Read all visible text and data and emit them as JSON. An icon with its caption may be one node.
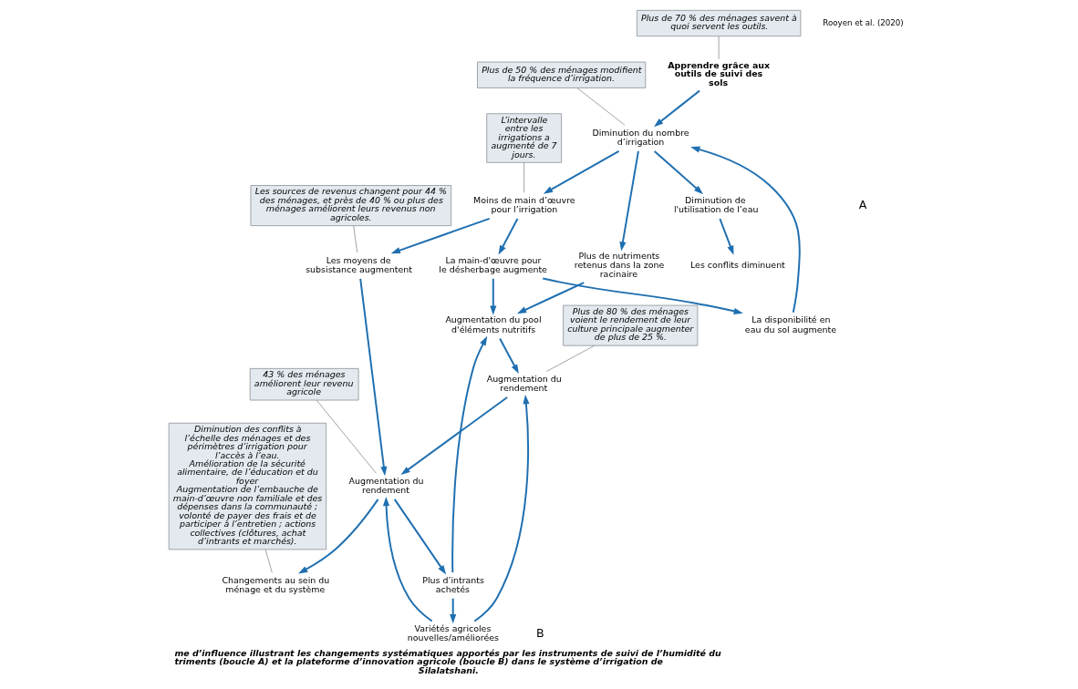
{
  "diagram": {
    "caption": "me d’influence illustrant les changements systématiques apportés par les instruments de suivi de l’humidité du triments (boucle A) et la plateforme d’innovation agricole (boucle B) dans le système d’irrigation de Silalatshani.",
    "nodes": [
      {
        "text": [
          "Apprendre grâce aux outils de suivi des sols"
        ]
      },
      {
        "text": [
          "Plus de 70 % des ménages savent à quoi servent les outils."
        ]
      },
      {
        "text": [
          "Les conflits diminuent"
        ]
      },
      {
        "text": [
          "Diminution de l'utilisation de l’eau"
        ]
      },
      {
        "text": [
          "Diminution du nombre d’irrigation"
        ]
      },
      {
        "text": [
          "Plus de 50 % des ménages modifient la fréquence d’irrigation."
        ]
      },
      {
        "text": [
          "Plus de nutriments retenus dans la zone racinaire"
        ]
      },
      {
        "text": [
          "Moins de main d’œuvre pour l’irrigation"
        ]
      },
      {
        "text": [
          "L’intervalle entre les irrigations a augmenté de 7 jours."
        ]
      },
      {
        "text": [
          "La disponibilité en eau du sol augmente"
        ]
      },
      {
        "text": [
          "La main-d'œuvre pour le désherbage augmente"
        ]
      },
      {
        "text": [
          "Augmentation du pool d'éléments nutritifs"
        ]
      },
      {
        "text": [
          "Augmentation du rendement"
        ]
      },
      {
        "text": [
          "Plus de 80 % des ménages voient le rendement de leur culture principale augmenter de plus de 25 %."
        ]
      },
      {
        "text": [
          "Variétés agricoles nouvelles/améliorées"
        ]
      },
      {
        "text": [
          "Augmentation du rendement"
        ]
      },
      {
        "text": [
          "43 % des ménages améliorent leur revenu agricole"
        ]
      },
      {
        "text": [
          "Plus d’intrants achetés"
        ]
      },
      {
        "text": [
          "Les moyens de subsistance augmentent"
        ]
      },
      {
        "text": [
          "Les sources de revenus changent pour 44 % des ménages, et près de 40 % ou plus des ménages améliorent leurs revenus non agricoles."
        ]
      },
      {
        "text": [
          "Changements au sein du ménage et du système"
        ]
      },
      {
        "text": [
          "Diminution des conflits à l’échelle des ménages et des périmètres d’irrigation pour l’accès à l’eau.",
          "Amélioration de la sécurité alimentaire, de l’éducation et du foyer",
          "Augmentation de l’embauche de main-d’œuvre non familiale et des dépenses dans la communauté ; volonté de payer des frais et de participer à l’entretien ; actions collectives (clôtures, achat d’intrants et marchés)."
        ]
      }
    ],
    "edges": [
      {
        "from": 0,
        "to": 4,
        "arrow": "to"
      },
      {
        "from": 1,
        "to": 0,
        "arrow": "none",
        "color": "#888888"
      },
      {
        "from": 3,
        "to": 2,
        "arrow": "to"
      },
      {
        "from": 4,
        "to": 3,
        "arrow": "to"
      },
      {
        "from": 5,
        "to": 4,
        "arrow": "none",
        "color": "#888888"
      },
      {
        "from": 4,
        "to": 6,
        "arrow": "to"
      },
      {
        "from": 4,
        "to": 7,
        "arrow": "to"
      },
      {
        "from": 9,
        "to": 4,
        "arrow": "to"
      },
      {
        "from": 8,
        "to": 7,
        "arrow": "none",
        "color": "#888888"
      },
      {
        "from": 7,
        "to": 10,
        "arrow": "to"
      },
      {
        "from": 7,
        "to": 18,
        "arrow": "to"
      },
      {
        "from": 10,
        "to": 9,
        "arrow": "to"
      },
      {
        "from": 10,
        "to": 11,
        "arrow": "to"
      },
      {
        "from": 6,
        "to": 11,
        "arrow": "to"
      },
      {
        "from": 11,
        "to": 12,
        "arrow": "to"
      },
      {
        "from": 13,
        "to": 12,
        "arrow": "none",
        "color": "#888888"
      },
      {
        "from": 12,
        "to": 15,
        "arrow": "to"
      },
      {
        "from": 14,
        "to": 12,
        "arrow": "to"
      },
      {
        "from": 14,
        "to": 15,
        "arrow": "to"
      },
      {
        "from": 17,
        "to": 14,
        "arrow": "to"
      },
      {
        "from": 17,
        "to": 11,
        "arrow": "to"
      },
      {
        "from": 15,
        "to": 17,
        "arrow": "to"
      },
      {
        "from": 16,
        "to": 15,
        "arrow": "none",
        "color": "#888888"
      },
      {
        "from": 18,
        "to": 15,
        "arrow": "to"
      },
      {
        "from": 19,
        "to": 18,
        "arrow": "none",
        "color": "#888888"
      },
      {
        "from": 15,
        "to": 20,
        "arrow": "to"
      },
      {
        "from": 21,
        "to": 20,
        "arrow": "none",
        "color": "#888888"
      }
    ],
    "labels": [
      "A",
      "B",
      "Rooyen et al. (2020)"
    ]
  }
}
